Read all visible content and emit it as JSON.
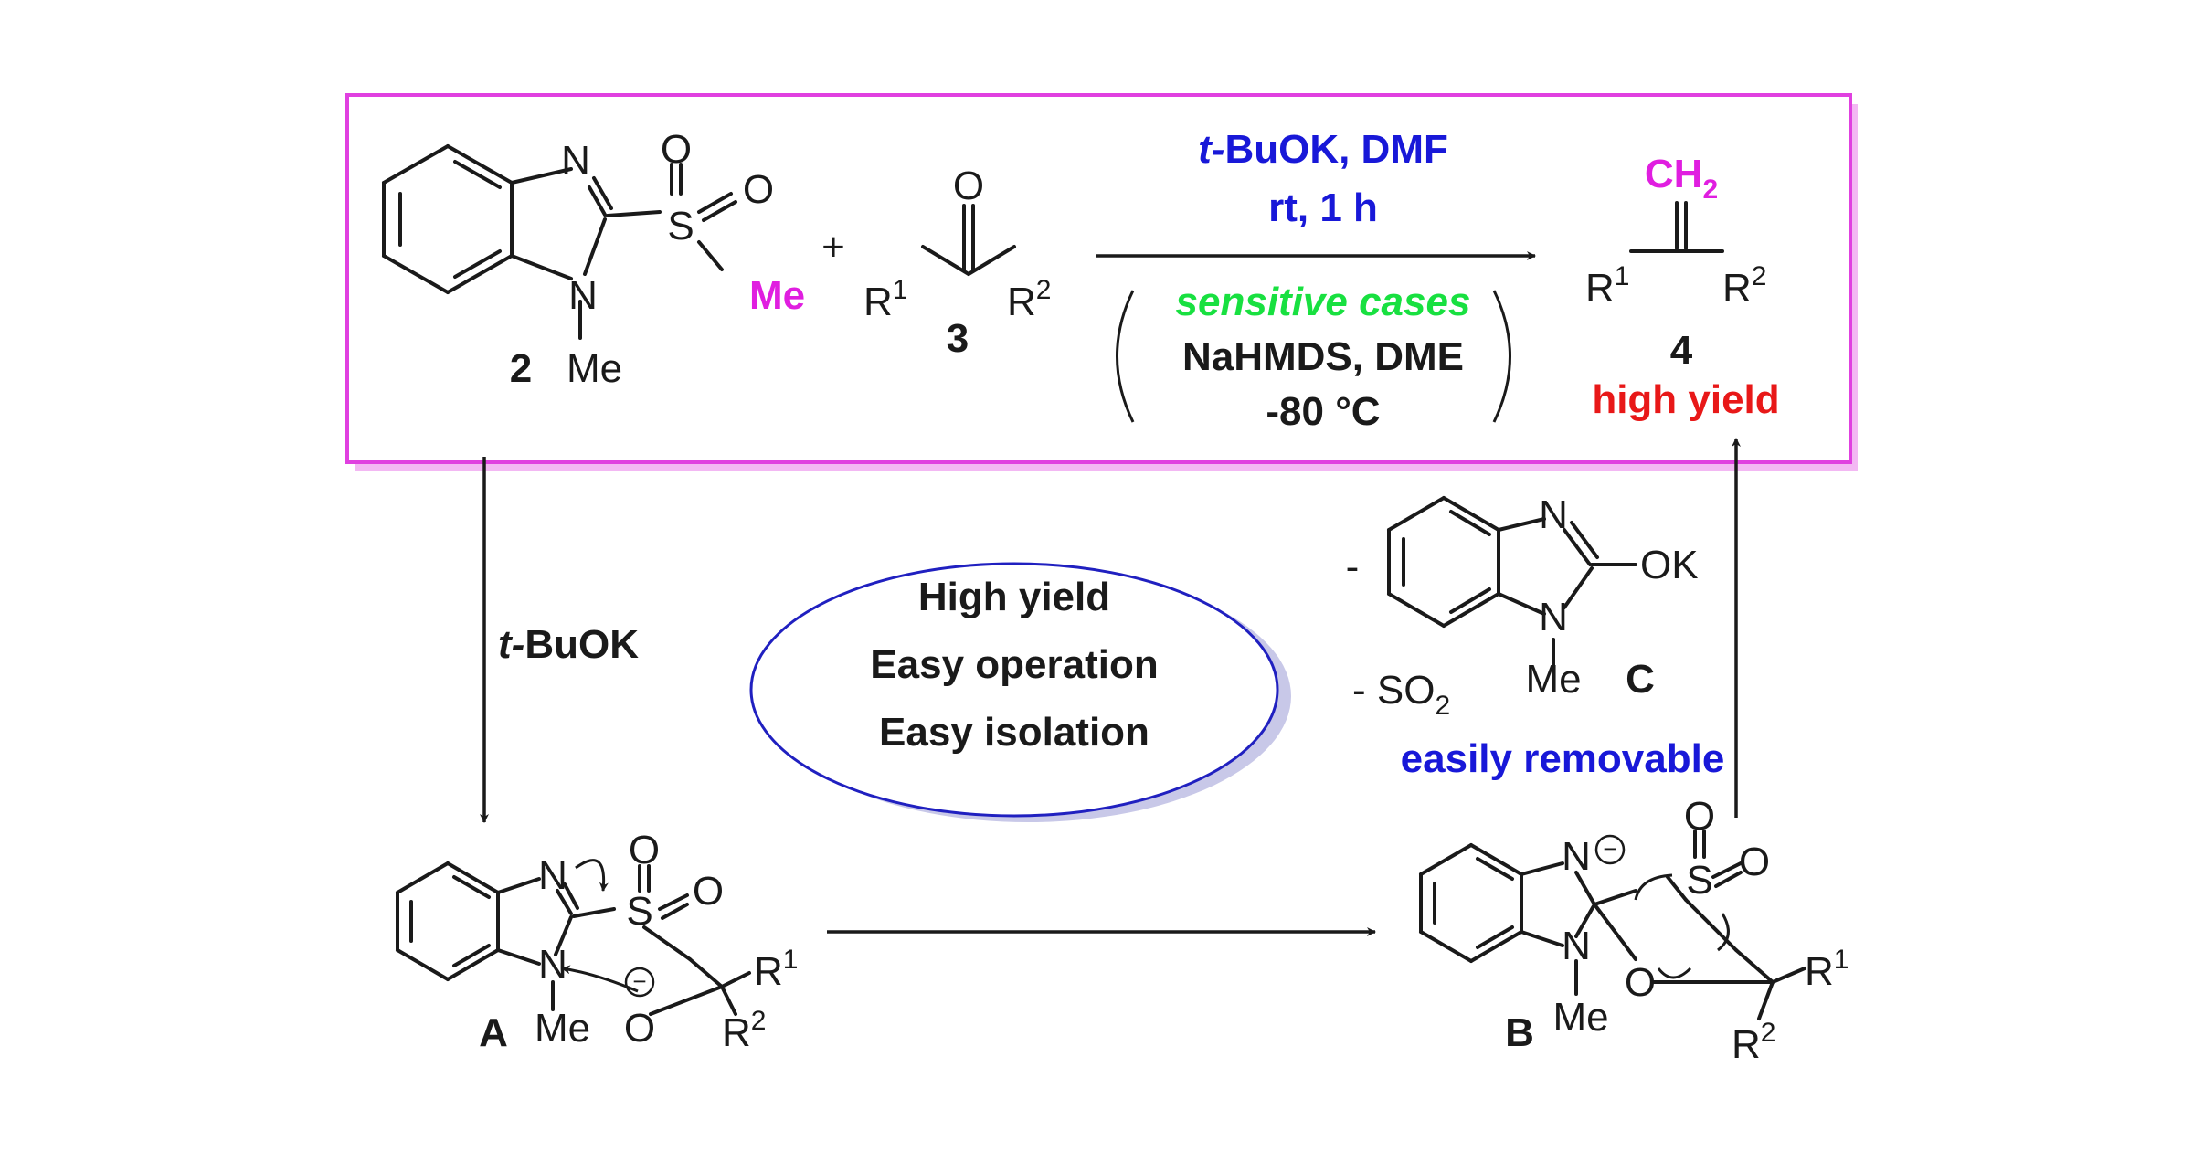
{
  "colors": {
    "box_border": "#e040e0",
    "box_shadow": "#f3b8f3",
    "magenta": "#e01ee0",
    "blue": "#1818d8",
    "green": "#18e040",
    "red": "#e81818",
    "black": "#1a1a1a",
    "ellipse_stroke": "#2020c0",
    "ellipse_shadow": "#c8c8e8"
  },
  "reagent": {
    "atom_n": "N",
    "atom_s": "S",
    "atom_o": "O",
    "methyl_sulfonyl": "Me",
    "n_methyl": "Me",
    "label": "2"
  },
  "plus_sign": "+",
  "ketone": {
    "atom_o": "O",
    "r1": "R",
    "r1_sup": "1",
    "r2": "R",
    "r2_sup": "2",
    "label": "3"
  },
  "conditions": {
    "italic_prefix": "t-",
    "line1_rest": "BuOK, DMF",
    "line2": "rt, 1 h",
    "sensitive": "sensitive cases",
    "alt_line1": "NaHMDS, DME",
    "alt_line2": "-80 °C"
  },
  "product": {
    "ch": "CH",
    "ch_sub": "2",
    "r1": "R",
    "r1_sup": "1",
    "r2": "R",
    "r2_sup": "2",
    "label": "4",
    "yield": "high yield"
  },
  "step1": {
    "italic_prefix": "t-",
    "rest": "BuOK"
  },
  "features": [
    "High yield",
    "Easy operation",
    "Easy isolation"
  ],
  "byproducts": {
    "minus": "-",
    "atom_n": "N",
    "ok": "OK",
    "me": "Me",
    "label": "C",
    "so2_minus": "- SO",
    "so2_sub": "2",
    "note": "easily removable"
  },
  "intermediate_a": {
    "label": "A",
    "atom_n": "N",
    "atom_s": "S",
    "atom_o": "O",
    "me": "Me",
    "minus": "−",
    "r1": "R",
    "r1_sup": "1",
    "r2": "R",
    "r2_sup": "2"
  },
  "intermediate_b": {
    "label": "B",
    "atom_n": "N",
    "atom_s": "S",
    "atom_o": "O",
    "me": "Me",
    "minus": "−",
    "r1": "R",
    "r1_sup": "1",
    "r2": "R",
    "r2_sup": "2"
  }
}
